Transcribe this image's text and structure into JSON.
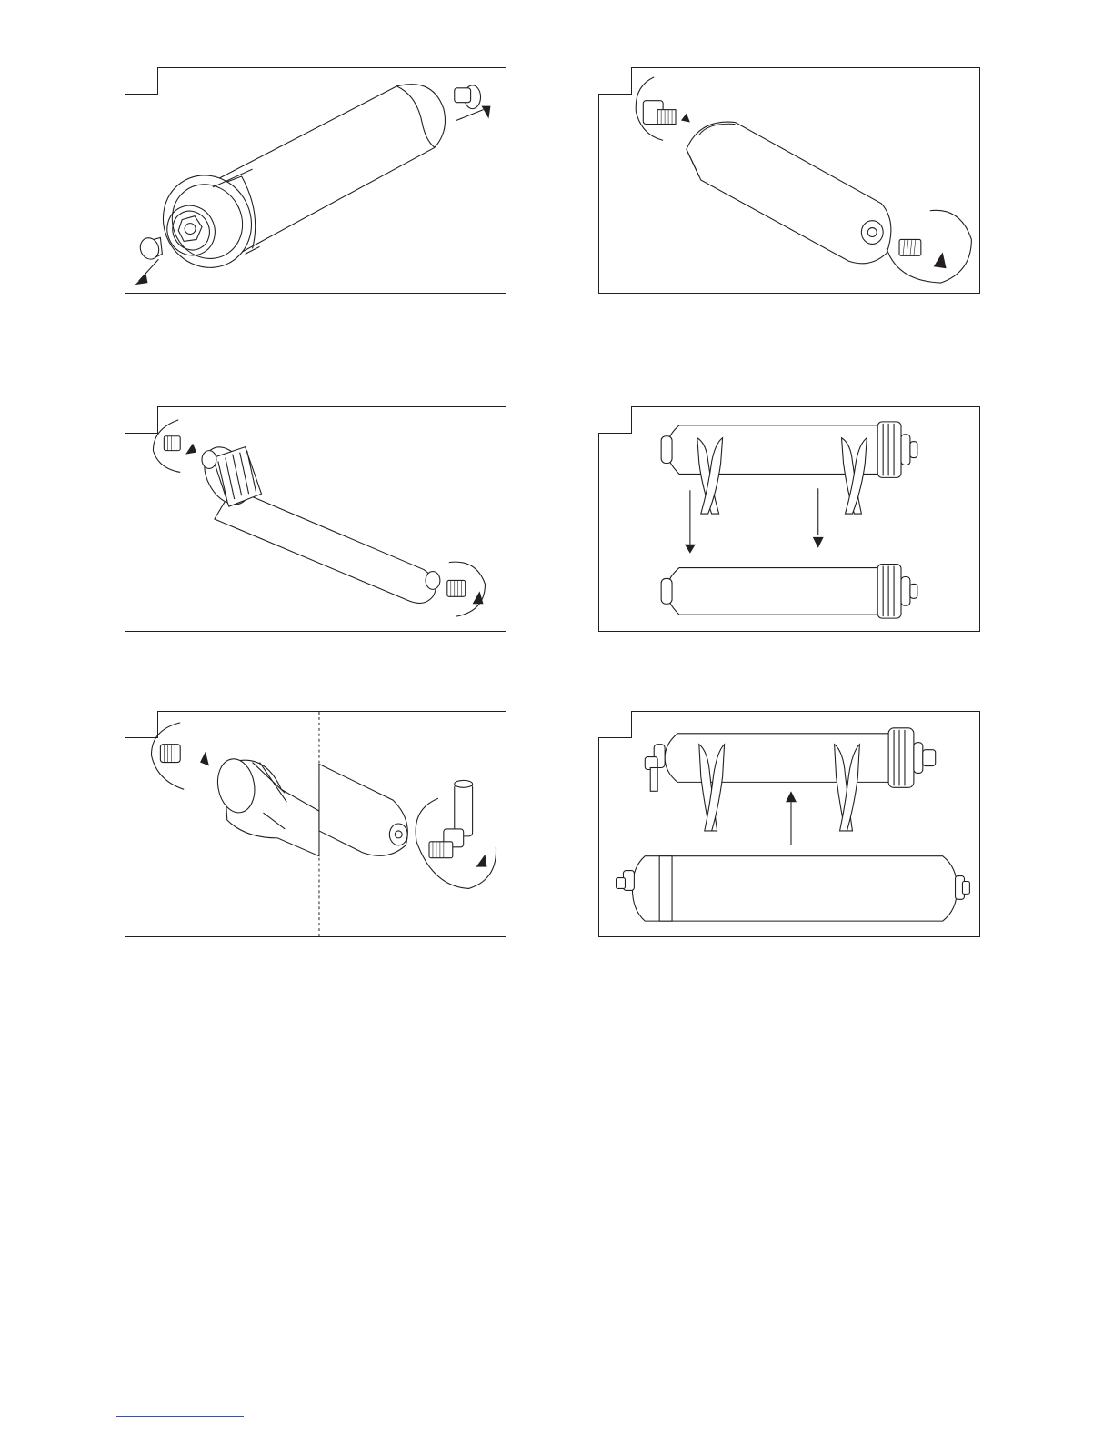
{
  "page": {
    "panels": [
      {
        "id": "p1",
        "step": "",
        "content": "filter-housing-remove-caps"
      },
      {
        "id": "p2",
        "step": "",
        "content": "attach-elbow-and-connector"
      },
      {
        "id": "p3",
        "step": "",
        "content": "screw-in-fittings"
      },
      {
        "id": "p4",
        "step": "",
        "content": "remove-clips"
      },
      {
        "id": "p5",
        "step": "",
        "content": "attach-connector-and-elbow"
      },
      {
        "id": "p6",
        "step": "",
        "content": "fit-clips"
      }
    ]
  },
  "colors": {
    "line": "#231f20",
    "background": "#ffffff",
    "footer_rule": "#2a4fd0"
  }
}
